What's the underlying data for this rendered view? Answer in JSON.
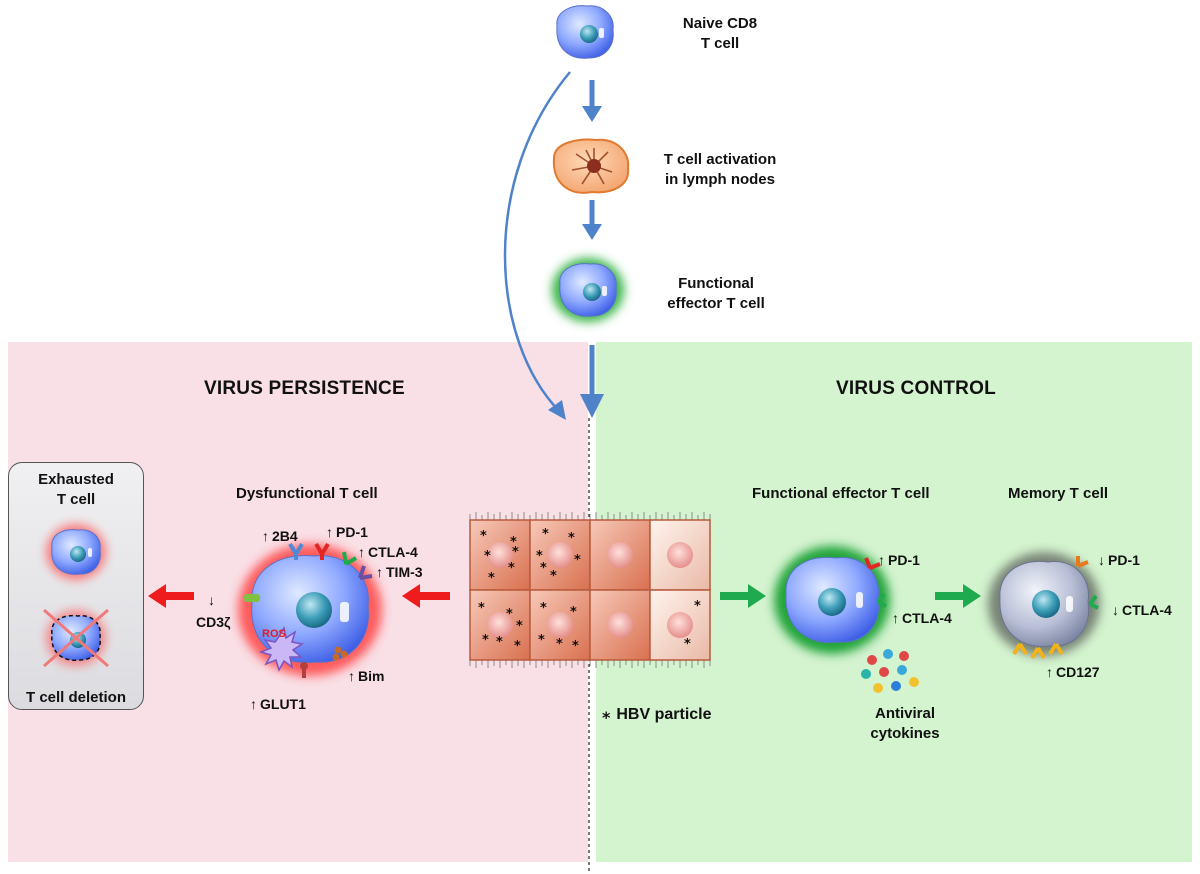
{
  "top_flow": {
    "naive": [
      "Naive CD8",
      "T cell"
    ],
    "activation": [
      "T cell activation",
      "in lymph nodes"
    ],
    "effector": [
      "Functional",
      "effector T cell"
    ]
  },
  "left": {
    "heading": "VIRUS PERSISTENCE",
    "exhausted_title": [
      "Exhausted",
      "T cell"
    ],
    "deletion": "T cell deletion",
    "dysfunctional_title": "Dysfunctional  T cell",
    "cd3": "CD3ζ",
    "ros": "ROS",
    "markers": {
      "b2b4": "2B4",
      "pd1": "PD-1",
      "ctla4": "CTLA-4",
      "tim3": "TIM-3",
      "bim": "Bim",
      "glut1": "GLUT1"
    },
    "arrow_up": "↑",
    "arrow_down": "↓"
  },
  "right": {
    "heading": "VIRUS CONTROL",
    "effector_title": "Functional  effector T cell",
    "memory_title": "Memory  T cell",
    "effector_markers": {
      "pd1": "PD-1",
      "ctla4": "CTLA-4"
    },
    "memory_markers": {
      "pd1": "PD-1",
      "ctla4": "CTLA-4",
      "cd127": "CD127"
    },
    "cytokines": [
      "Antiviral",
      "cytokines"
    ],
    "hbv": "HBV particle",
    "hbv_symbol": "⁎"
  },
  "colors": {
    "blue_arrow": "#4f83c9",
    "red_arrow": "#ee1c1c",
    "green_arrow": "#1faa4e",
    "persistence_bg": "#f9dfe6",
    "control_bg": "#d4f3cf"
  }
}
